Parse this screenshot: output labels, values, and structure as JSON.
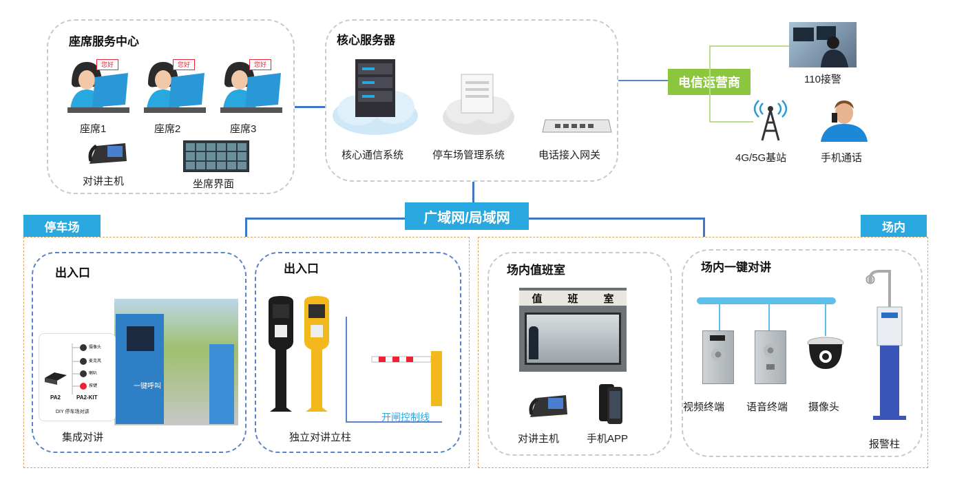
{
  "seat_center": {
    "title": "座席服务中心",
    "bubble": "您好",
    "seats": [
      "座席1",
      "座席2",
      "座席3"
    ],
    "intercom_host": "对讲主机",
    "seat_ui": "坐席界面"
  },
  "core_server": {
    "title": "核心服务器",
    "items": [
      "核心通信系统",
      "停车场管理系统",
      "电话接入网关"
    ]
  },
  "telecom": {
    "label": "电信运营商",
    "items": [
      "110接警",
      "4G/5G基站",
      "手机通话"
    ]
  },
  "network": {
    "label": "广域网/局域网"
  },
  "parking": {
    "tag": "停车场",
    "entrance1": {
      "title": "出入口",
      "caption": "集成对讲",
      "kit_labels": [
        "PA2",
        "PA2-KIT"
      ],
      "kit_caption": "DIY 停车场对讲",
      "kit_items": [
        "摄像头",
        "麦克风",
        "喇叭",
        "按键"
      ],
      "kiosk_text": "一键呼叫"
    },
    "entrance2": {
      "title": "出入口",
      "caption": "独立对讲立柱",
      "gate_line": "开闸控制线"
    }
  },
  "onsite": {
    "tag": "场内",
    "duty_room": {
      "title": "场内值班室",
      "sign": [
        "值",
        "班",
        "室"
      ],
      "items": [
        "对讲主机",
        "手机APP"
      ]
    },
    "one_key": {
      "title": "场内一键对讲",
      "items": [
        "视频终端",
        "语音终端",
        "摄像头",
        "报警柱"
      ]
    }
  },
  "colors": {
    "tag_blue": "#29a8e0",
    "telecom_green": "#8cc63f",
    "line_blue": "#3b76c8"
  }
}
